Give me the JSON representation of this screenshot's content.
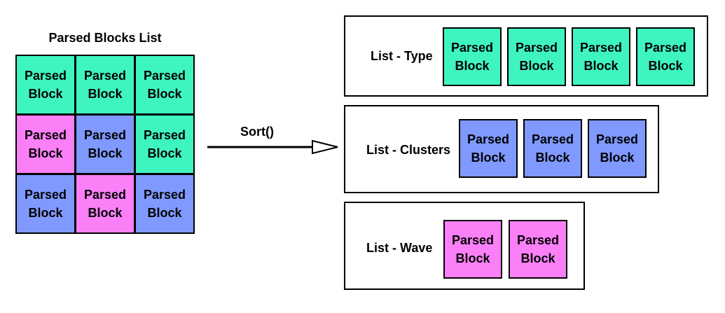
{
  "colors": {
    "type": "#3ef5c0",
    "clusters": "#8099ff",
    "wave": "#fb80f8"
  },
  "source": {
    "title": "Parsed Blocks List",
    "block_label": "Parsed\nBlock",
    "cells": [
      "type",
      "type",
      "type",
      "wave",
      "clusters",
      "type",
      "clusters",
      "wave",
      "clusters"
    ]
  },
  "operation": "Sort()",
  "groups": [
    {
      "id": "type",
      "label": "List - Type",
      "count": 4
    },
    {
      "id": "clusters",
      "label": "List - Clusters",
      "count": 3
    },
    {
      "id": "wave",
      "label": "List - Wave",
      "count": 2
    }
  ]
}
